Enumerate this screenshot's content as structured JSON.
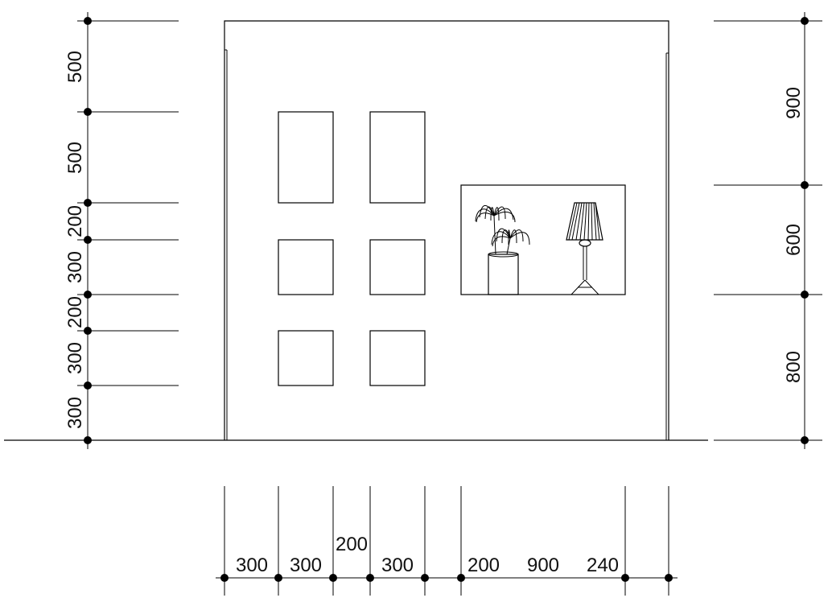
{
  "drawing": {
    "left_dimensions": [
      "500",
      "500",
      "200",
      "300",
      "200",
      "300",
      "300"
    ],
    "right_dimensions": [
      "900",
      "600",
      "800"
    ],
    "bottom_dimensions": [
      "300",
      "300",
      "200",
      "300",
      "200",
      "900",
      "240"
    ]
  },
  "colors": {
    "line": "#000000",
    "background": "#ffffff"
  },
  "icons": [
    "potted-plant-icon",
    "floor-lamp-icon"
  ]
}
